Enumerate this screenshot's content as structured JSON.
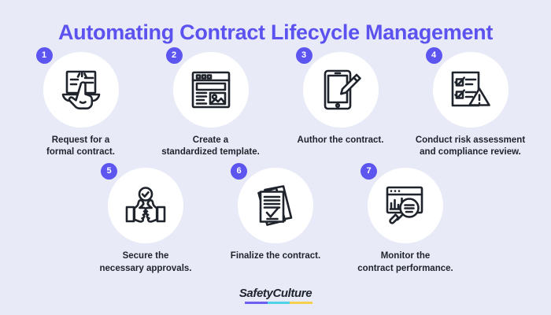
{
  "title": "Automating Contract Lifecycle Management",
  "theme": {
    "background": "#e8ebf7",
    "title_color": "#5b52f0",
    "badge_color": "#5c55f0",
    "disc_color": "#ffffff",
    "caption_color": "#1f232b",
    "icon_stroke": "#1f232b"
  },
  "steps": [
    {
      "number": "1",
      "caption": "Request for a\nformal contract.",
      "icon": "hand-tap-document-icon"
    },
    {
      "number": "2",
      "caption": "Create a\nstandardized template.",
      "icon": "browser-template-icon"
    },
    {
      "number": "3",
      "caption": "Author the contract.",
      "icon": "tablet-pen-icon"
    },
    {
      "number": "4",
      "caption": "Conduct risk assessment\nand compliance review.",
      "icon": "checklist-warning-icon"
    },
    {
      "number": "5",
      "caption": "Secure the\nnecessary approvals.",
      "icon": "thumbs-up-approval-icon"
    },
    {
      "number": "6",
      "caption": "Finalize the contract.",
      "icon": "document-stack-check-icon"
    },
    {
      "number": "7",
      "caption": "Monitor the\ncontract performance.",
      "icon": "dashboard-magnifier-icon"
    }
  ],
  "footer": {
    "logo_text_1": "Safety",
    "logo_text_2": "Culture",
    "underline_colors": [
      "#6f5ff0",
      "#4fd2e8",
      "#f5d04e"
    ]
  }
}
